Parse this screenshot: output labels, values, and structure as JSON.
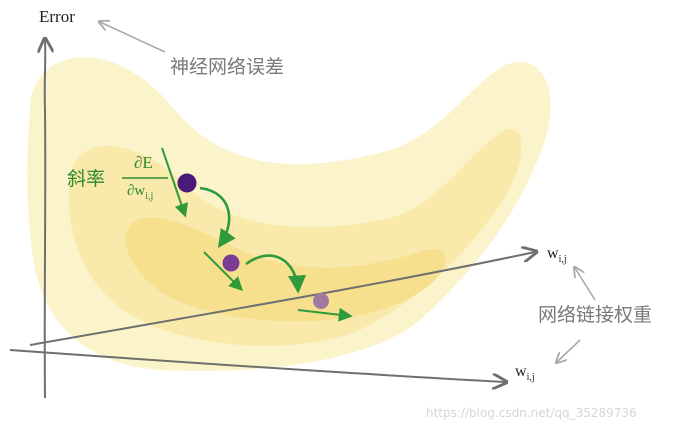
{
  "labels": {
    "error_axis_title": "Error",
    "error_caption": "神经网络误差",
    "slope_caption": "斜率",
    "slope_numerator": "∂E",
    "slope_denominator": "∂w",
    "slope_denominator_sub": "i,j",
    "weight_axis_upper": "w",
    "weight_axis_upper_sub": "i,j",
    "weight_axis_lower": "w",
    "weight_axis_lower_sub": "i,j",
    "weights_caption": "网络链接权重"
  },
  "watermark": "https://blog.csdn.net/qq_35289736",
  "colors": {
    "surface_outer": "#fbf3c8",
    "surface_mid": "#f8e9a9",
    "surface_inner": "#f4dc83",
    "axis": "#6f6f6f",
    "pointer": "#a9a9a9",
    "gradient": "#2e9a3a",
    "ball_start": "#4a1a78",
    "ball_middle": "#7b3c93",
    "ball_end": "#a07aa0"
  },
  "balls": [
    "start",
    "middle",
    "end"
  ]
}
